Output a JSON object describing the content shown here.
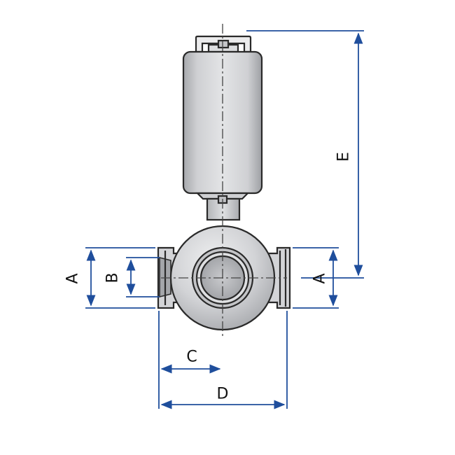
{
  "colors": {
    "dimension": "#1f4e9c",
    "outline": "#2a2a2a",
    "body_fill": "#d6d7d9",
    "centerline": "#444444"
  },
  "dimensions": {
    "a_left": "A",
    "b": "B",
    "a_right": "A",
    "c": "C",
    "d": "D",
    "e": "E"
  }
}
